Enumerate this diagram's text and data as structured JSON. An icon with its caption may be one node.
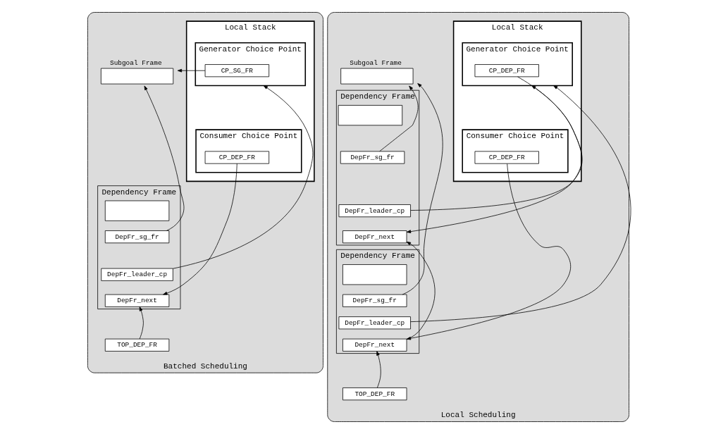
{
  "diagram": {
    "nodes": [
      {
        "text": [
          "Batched Scheduling"
        ]
      },
      {
        "text": [
          "Local Stack"
        ],
        "in": 0
      },
      {
        "text": [
          "Generator Choice Point"
        ],
        "in": 1
      },
      {
        "text": [
          "CP_SG_FR"
        ],
        "in": 2
      },
      {
        "text": [
          "Consumer Choice Point"
        ],
        "in": 1
      },
      {
        "text": [
          "CP_DEP_FR"
        ],
        "in": 4
      },
      {
        "text": [
          "Subgoal Frame"
        ],
        "in": 0
      },
      {
        "text": [
          "Dependency Frame"
        ],
        "in": 0
      },
      {
        "text": [],
        "shape": "box",
        "in": 7
      },
      {
        "text": [
          "DepFr_sg_fr"
        ],
        "in": 7
      },
      {
        "text": [
          "DepFr_leader_cp"
        ],
        "in": 7
      },
      {
        "text": [
          "DepFr_next"
        ],
        "in": 7
      },
      {
        "text": [
          "TOP_DEP_FR"
        ],
        "in": 0
      },
      {
        "text": [
          "Local Scheduling"
        ]
      },
      {
        "text": [
          "Local Stack"
        ],
        "in": 13
      },
      {
        "text": [
          "Generator Choice Point"
        ],
        "in": 14
      },
      {
        "text": [
          "CP_DEP_FR"
        ],
        "in": 15
      },
      {
        "text": [
          "Consumer Choice Point"
        ],
        "in": 14
      },
      {
        "text": [
          "CP_DEP_FR"
        ],
        "in": 17
      },
      {
        "text": [
          "Subgoal Frame"
        ],
        "in": 13
      },
      {
        "text": [
          "Dependency Frame"
        ],
        "in": 13
      },
      {
        "text": [],
        "shape": "box",
        "in": 20
      },
      {
        "text": [
          "DepFr_sg_fr"
        ],
        "in": 20
      },
      {
        "text": [
          "DepFr_leader_cp"
        ],
        "in": 20
      },
      {
        "text": [
          "DepFr_next"
        ],
        "in": 20
      },
      {
        "text": [
          "Dependency Frame"
        ],
        "in": 13
      },
      {
        "text": [],
        "shape": "box",
        "in": 25
      },
      {
        "text": [
          "DepFr_sg_fr"
        ],
        "in": 25
      },
      {
        "text": [
          "DepFr_leader_cp"
        ],
        "in": 25
      },
      {
        "text": [
          "DepFr_next"
        ],
        "in": 25
      },
      {
        "text": [
          "TOP_DEP_FR"
        ],
        "in": 13
      }
    ],
    "edges": [
      {
        "from": 3,
        "to": 6,
        "arrow": "to"
      },
      {
        "from": 10,
        "to": 2,
        "arrow": "to"
      },
      {
        "from": 9,
        "to": 6,
        "arrow": "to"
      },
      {
        "from": 5,
        "to": 11,
        "arrow": "to"
      },
      {
        "from": 12,
        "to": 11,
        "arrow": "to"
      },
      {
        "from": 22,
        "to": 19,
        "arrow": "to"
      },
      {
        "from": 27,
        "to": 19,
        "arrow": "to"
      },
      {
        "from": 23,
        "to": 15,
        "arrow": "to"
      },
      {
        "from": 16,
        "to": 24,
        "arrow": "to"
      },
      {
        "from": 28,
        "to": 15,
        "arrow": "to"
      },
      {
        "from": 18,
        "to": 29,
        "arrow": "to"
      },
      {
        "from": 29,
        "to": 24,
        "arrow": "to"
      },
      {
        "from": 30,
        "to": 29,
        "arrow": "to"
      }
    ]
  }
}
